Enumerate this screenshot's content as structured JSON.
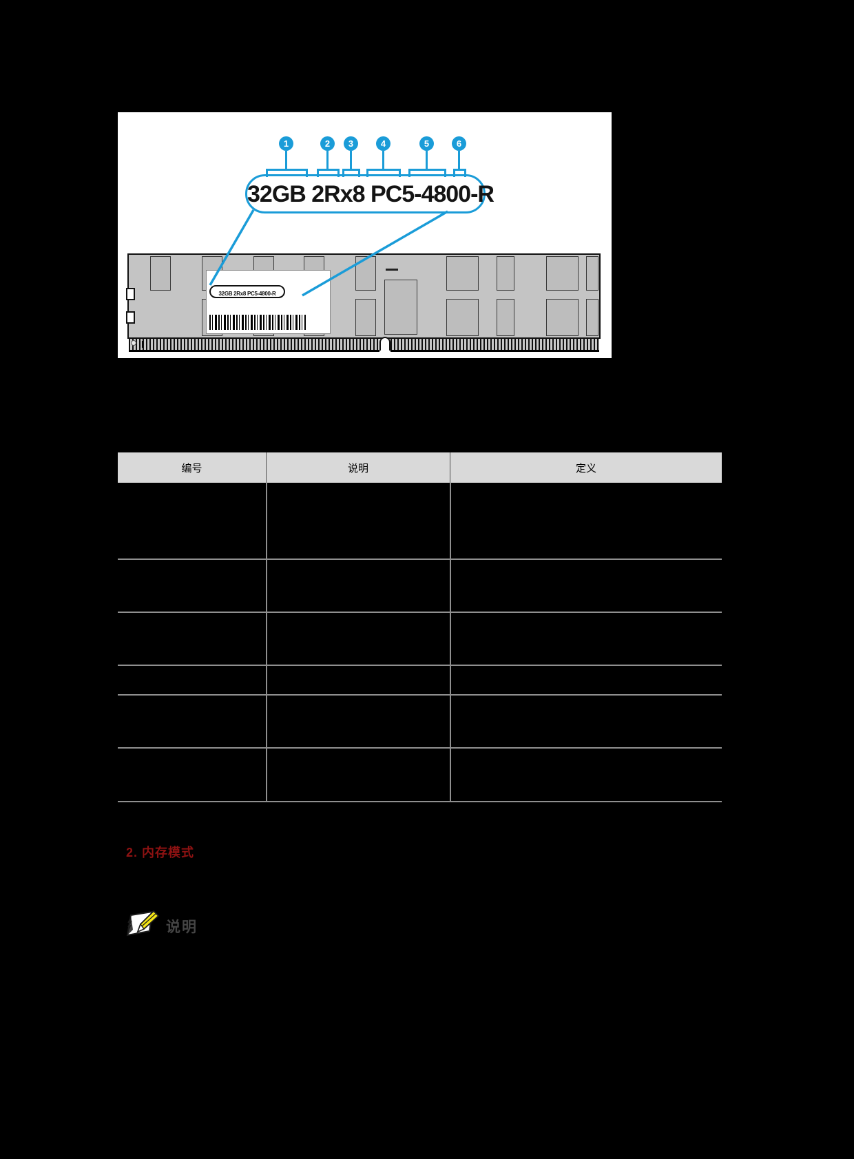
{
  "figure": {
    "accent_color": "#1a9cd8",
    "module_label_text": "32GB 2Rx8 PC5-4800-R",
    "sticker_label_text": "32GB 2Rx8 PC5-4800-R",
    "callout_numbers": [
      "1",
      "2",
      "3",
      "4",
      "5",
      "6"
    ]
  },
  "table": {
    "header_bg": "#d9d9d9",
    "headers": [
      "编号",
      "说明",
      "定义"
    ],
    "rows": [
      [
        "",
        "",
        ""
      ],
      [
        "",
        "",
        ""
      ],
      [
        "",
        "",
        ""
      ],
      [
        "",
        "",
        ""
      ],
      [
        "",
        "",
        ""
      ],
      [
        "",
        "",
        ""
      ]
    ]
  },
  "section_heading": {
    "text": "2. 内存模式",
    "color": "#8e1212"
  },
  "note": {
    "label": "说明"
  }
}
